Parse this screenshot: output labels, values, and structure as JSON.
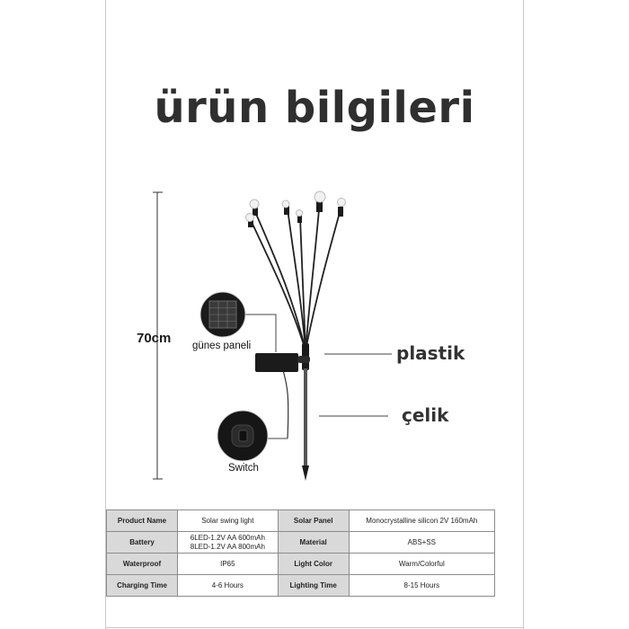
{
  "title": "ürün bilgileri",
  "dimension": "70cm",
  "callouts": {
    "plastic": "plastik",
    "steel": "çelik",
    "solar_panel": "günes paneli",
    "switch": "Switch"
  },
  "specs": [
    {
      "k1": "Product Name",
      "v1": "Solar swing light",
      "k2": "Solar Panel",
      "v2": "Monocrystalline silicon 2V 160mAh"
    },
    {
      "k1": "Battery",
      "v1a": "6LED-1.2V AA 600mAh",
      "v1b": "8LED-1.2V AA 800mAh",
      "k2": "Material",
      "v2": "ABS+SS"
    },
    {
      "k1": "Waterproof",
      "v1": "IP65",
      "k2": "Light Color",
      "v2": "Warm/Colorful"
    },
    {
      "k1": "Charging Time",
      "v1": "4-6 Hours",
      "k2": "Lighting Time",
      "v2": "8-15 Hours"
    }
  ],
  "colors": {
    "title": "#2f2f2f",
    "table_header_bg": "#d9d9d9",
    "product_black": "#1b1b1b"
  }
}
